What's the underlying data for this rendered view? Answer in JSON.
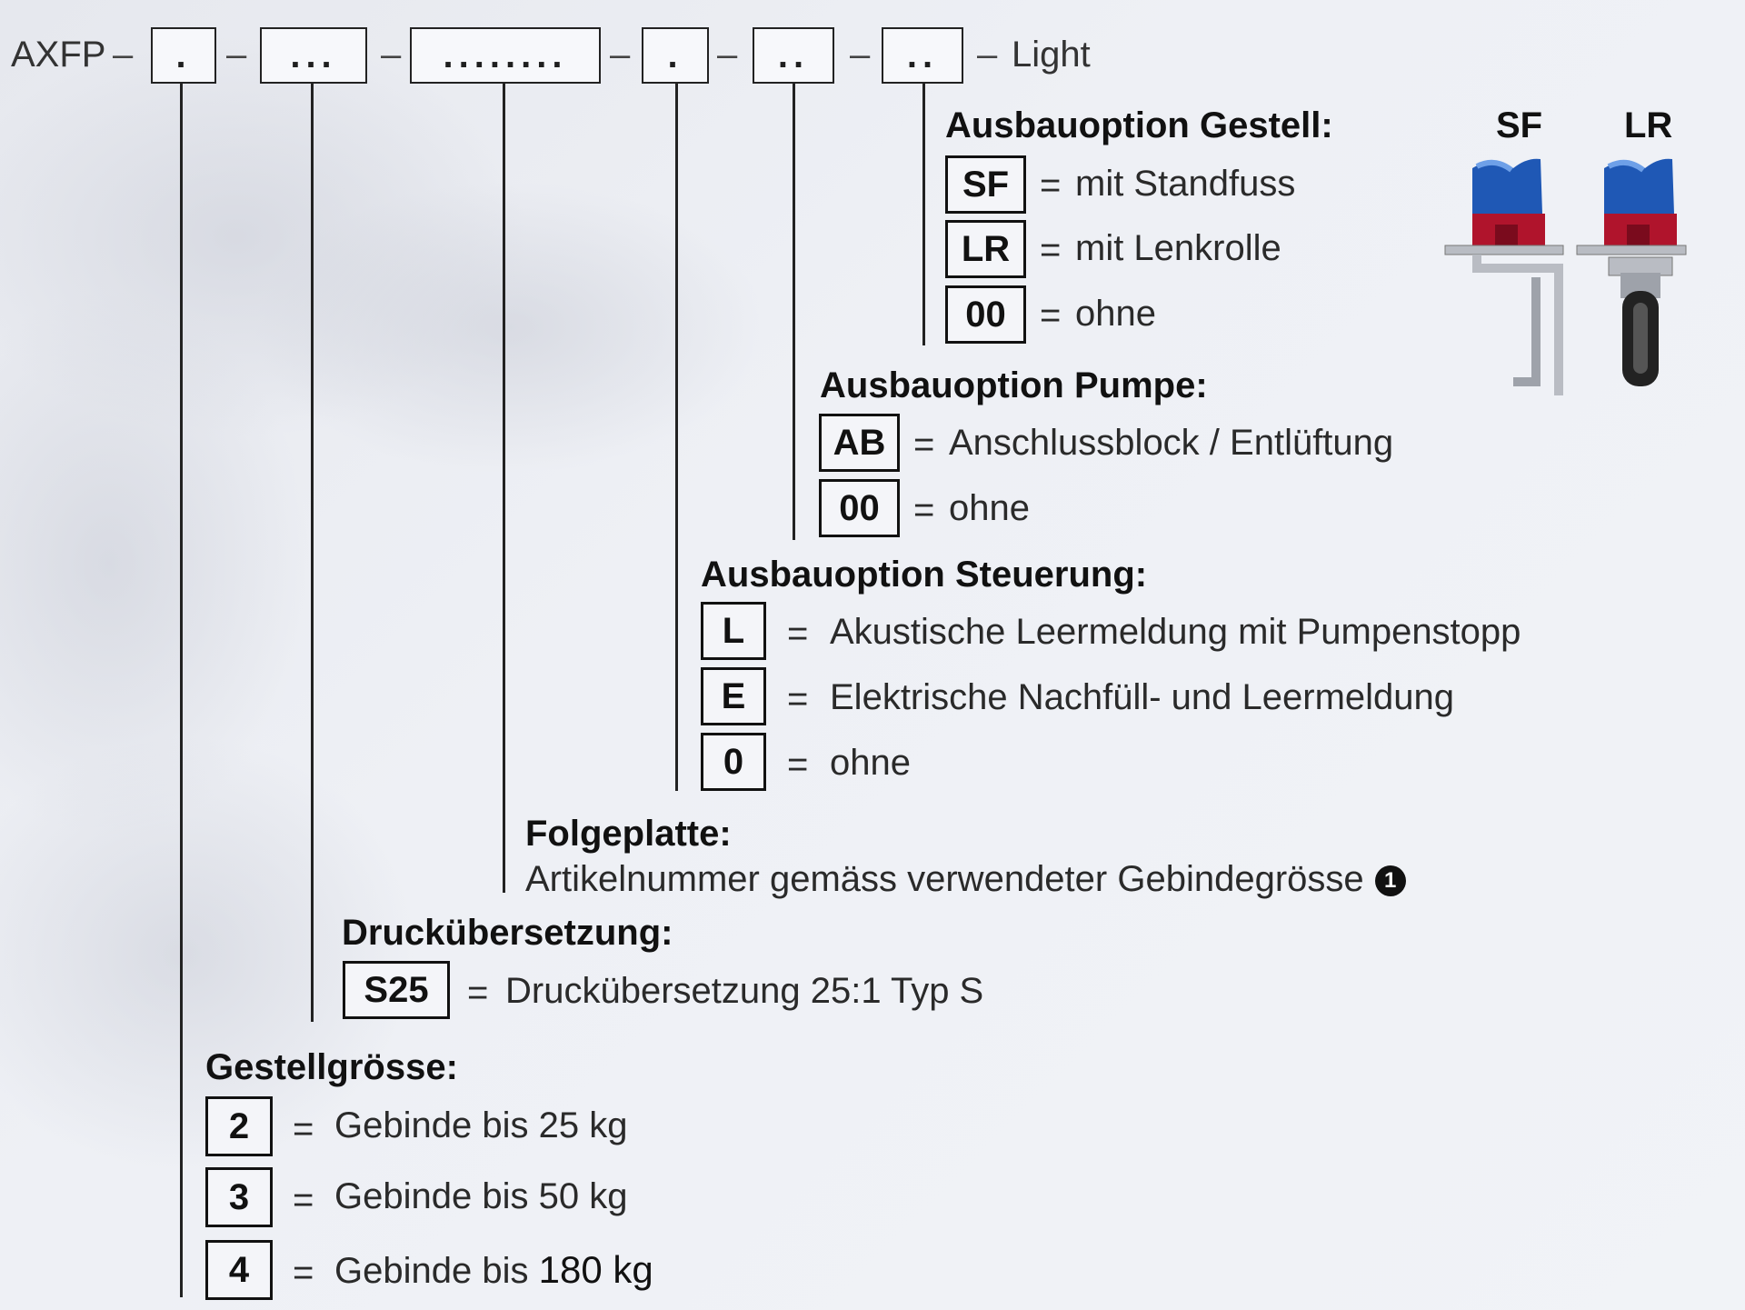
{
  "code": {
    "prefix": "AXFP",
    "separator": "–",
    "suffix": "Light",
    "slots": [
      ".",
      "...",
      "........",
      ".",
      "..",
      ".."
    ]
  },
  "groups": [
    {
      "id": "gestell",
      "title": "Ausbauoption Gestell:",
      "options": [
        {
          "code": "SF",
          "desc": "mit Standfuss"
        },
        {
          "code": "LR",
          "desc": "mit Lenkrolle"
        },
        {
          "code": "00",
          "desc": "ohne"
        }
      ]
    },
    {
      "id": "pumpe",
      "title": "Ausbauoption Pumpe:",
      "options": [
        {
          "code": "AB",
          "desc": "Anschlussblock / Entlüftung"
        },
        {
          "code": "00",
          "desc": "ohne"
        }
      ]
    },
    {
      "id": "steuerung",
      "title": "Ausbauoption Steuerung:",
      "options": [
        {
          "code": "L",
          "desc": "Akustische Leermeldung mit Pumpenstopp"
        },
        {
          "code": "E",
          "desc": "Elektrische Nachfüll- und Leermeldung"
        },
        {
          "code": "0",
          "desc": "ohne"
        }
      ]
    },
    {
      "id": "folgeplatte",
      "title": "Folgeplatte:",
      "text": "Artikelnummer gemäss verwendeter Gebindegrösse",
      "bullet": "1"
    },
    {
      "id": "druck",
      "title": "Druckübersetzung:",
      "options": [
        {
          "code": "S25",
          "desc": "Druckübersetzung 25:1 Typ S"
        }
      ]
    },
    {
      "id": "groesse",
      "title": "Gestellgrösse:",
      "options": [
        {
          "code": "2",
          "desc": "Gebinde bis 25 kg"
        },
        {
          "code": "3",
          "desc": "Gebinde bis 50 kg"
        },
        {
          "code": "4",
          "desc_a": "Gebinde bis",
          "desc_b": "180 kg"
        }
      ]
    }
  ],
  "equals": "=",
  "illustration": {
    "labels": [
      "SF",
      "LR"
    ],
    "colors": {
      "blue": "#1f58b5",
      "red": "#b0142c",
      "metal": "#b9bcc3",
      "wheel": "#222222"
    }
  }
}
